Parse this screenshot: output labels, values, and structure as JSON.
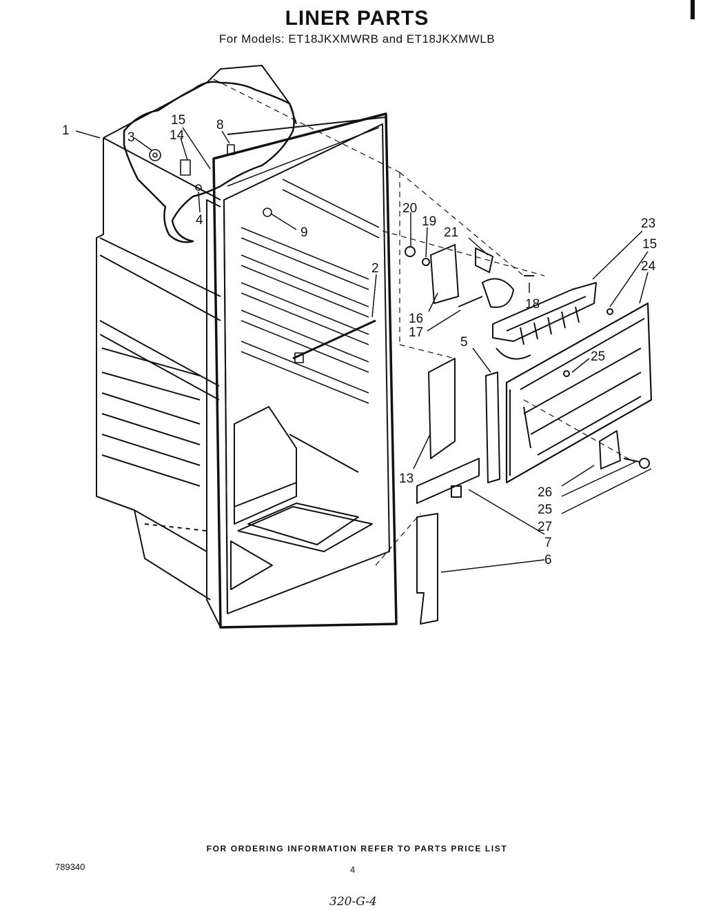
{
  "header": {
    "title": "LINER PARTS",
    "subtitle": "For Models: ET18JKXMWRB  and ET18JKXMWLB"
  },
  "callouts": [
    "1",
    "15",
    "14",
    "3",
    "8",
    "4",
    "9",
    "20",
    "19",
    "21",
    "2",
    "16",
    "17",
    "18",
    "23",
    "15",
    "24",
    "5",
    "25",
    "13",
    "26",
    "25",
    "27",
    "7",
    "6"
  ],
  "footer": {
    "ordering_note": "FOR ORDERING INFORMATION REFER TO PARTS PRICE LIST",
    "doc_number": "789340",
    "page_number": "4",
    "handwritten_code": "320-G-4"
  }
}
